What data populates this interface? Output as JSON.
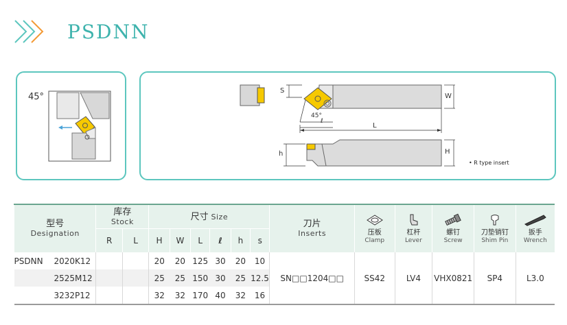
{
  "title": "PSDNN",
  "colors": {
    "accent": "#3eb3ad",
    "chevron1": "#f39a35",
    "chevron2": "#5cc6be",
    "insert": "#f6c900"
  },
  "left_panel": {
    "angle_label": "45°"
  },
  "right_panel": {
    "dim_S": "S",
    "dim_W": "W",
    "dim_L": "L",
    "dim_l": "ℓ",
    "dim_h": "h",
    "dim_H": "H",
    "angle_label": "45°",
    "note": "• R type insert"
  },
  "table": {
    "headers": {
      "designation_cn": "型号",
      "designation_en": "Designation",
      "stock_cn": "库存",
      "stock_en": "Stock",
      "size_cn": "尺寸",
      "size_en": "Size",
      "inserts_cn": "刀片",
      "inserts_en": "Inserts",
      "stock_sub": [
        "R",
        "L"
      ],
      "size_sub": [
        "H",
        "W",
        "L",
        "ℓ",
        "h",
        "s"
      ],
      "accessories": [
        {
          "icon": "clamp-icon",
          "cn": "压板",
          "en": "Clamp"
        },
        {
          "icon": "lever-icon",
          "cn": "杠杆",
          "en": "Lever"
        },
        {
          "icon": "screw-icon",
          "cn": "螺钉",
          "en": "Screw"
        },
        {
          "icon": "shim-pin-icon",
          "cn": "刀垫销钉",
          "en": "Shim Pin"
        },
        {
          "icon": "wrench-icon",
          "cn": "扳手",
          "en": "Wrench"
        }
      ]
    },
    "family": "PSDNN",
    "rows": [
      {
        "model": "2020K12",
        "R": "",
        "L": "",
        "H": "20",
        "W": "20",
        "Len": "125",
        "l": "30",
        "h": "20",
        "s": "10"
      },
      {
        "model": "2525M12",
        "R": "",
        "L": "",
        "H": "25",
        "W": "25",
        "Len": "150",
        "l": "30",
        "h": "25",
        "s": "12.5"
      },
      {
        "model": "3232P12",
        "R": "",
        "L": "",
        "H": "32",
        "W": "32",
        "Len": "170",
        "l": "40",
        "h": "32",
        "s": "16"
      }
    ],
    "shared": {
      "insert": "SN□□1204□□",
      "clamp": "SS42",
      "lever": "LV4",
      "screw": "VHX0821",
      "shim_pin": "SP4",
      "wrench": "L3.0"
    }
  }
}
